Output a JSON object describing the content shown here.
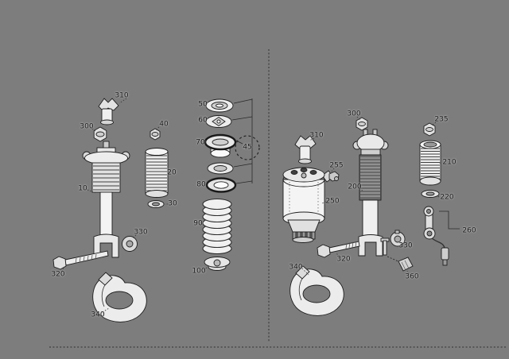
{
  "diagram_title": "suspension-exploded-parts-diagram",
  "colors": {
    "background": "#7d7d7d",
    "outline": "#1f1f1f",
    "part_fill": "#ececec",
    "label_text": "#121212"
  },
  "labels": {
    "left": {
      "p310": "310",
      "p300": "300",
      "p40": "40",
      "p20": "20",
      "p10": "10",
      "p30": "30",
      "p50": "50",
      "p60": "60",
      "p70": "70",
      "p45": "45",
      "p80": "80",
      "p90": "90",
      "p100": "100",
      "p330": "330",
      "p320": "320",
      "p340": "340"
    },
    "right": {
      "p300": "300",
      "p310": "310",
      "p255": "255",
      "p200": "200",
      "p250": "250",
      "p320": "320",
      "p340": "340",
      "p330": "330",
      "p360": "360",
      "p235": "235",
      "p210": "210",
      "p220": "220",
      "p260": "260"
    }
  }
}
